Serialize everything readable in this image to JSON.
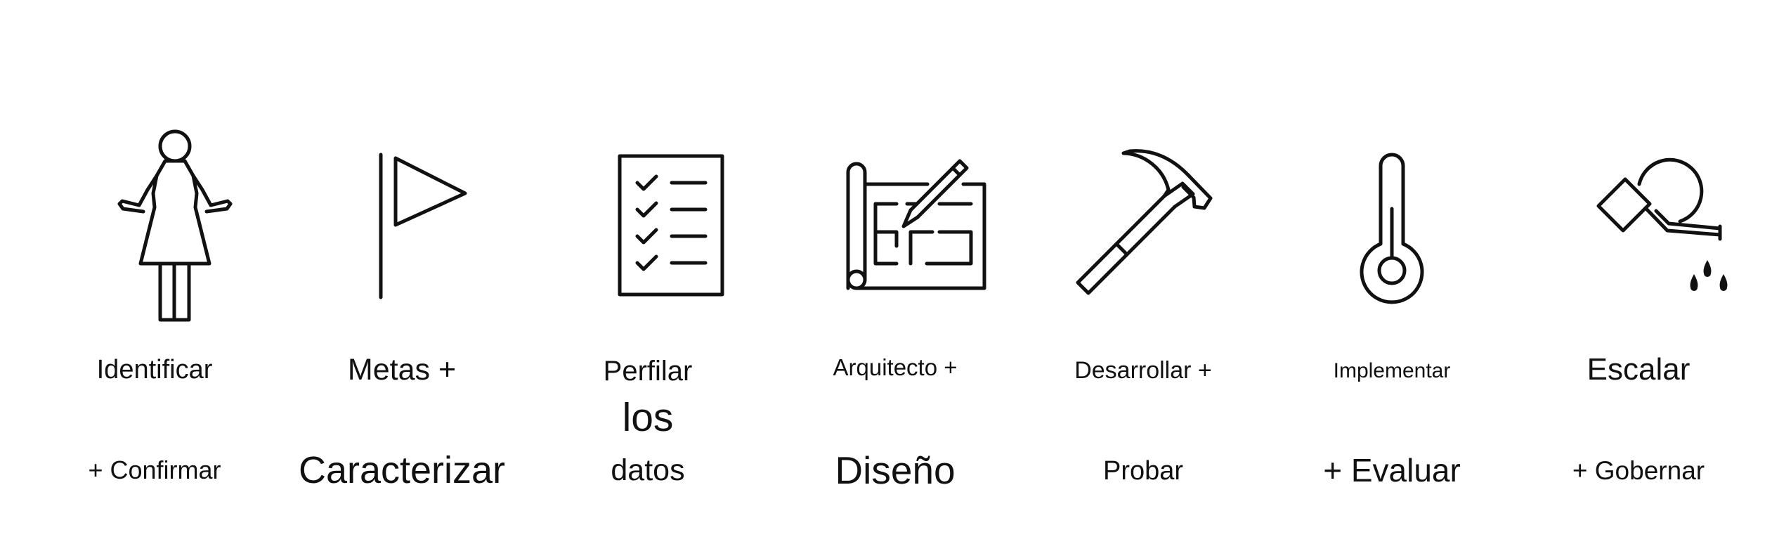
{
  "steps": [
    {
      "id": "identificar",
      "icon": "person-shrug-icon",
      "line1": "Identificar",
      "line2": "+ Confirmar"
    },
    {
      "id": "metas",
      "icon": "flag-icon",
      "line1": "Metas +",
      "line2": "Caracterizar"
    },
    {
      "id": "perfilar",
      "icon": "checklist-icon",
      "line1": "Perfilar",
      "line1b": "los",
      "line2": "datos"
    },
    {
      "id": "arquitecto",
      "icon": "blueprint-icon",
      "line1": "Arquitecto +",
      "line2": "Diseño"
    },
    {
      "id": "desarrollar",
      "icon": "hammer-icon",
      "line1": "Desarrollar +",
      "line2": "Probar"
    },
    {
      "id": "implementar",
      "icon": "thermometer-icon",
      "line1": "Implementar",
      "line2": "+ Evaluar"
    },
    {
      "id": "escalar",
      "icon": "watering-can-icon",
      "line1": "Escalar",
      "line2": "+ Gobernar"
    }
  ]
}
